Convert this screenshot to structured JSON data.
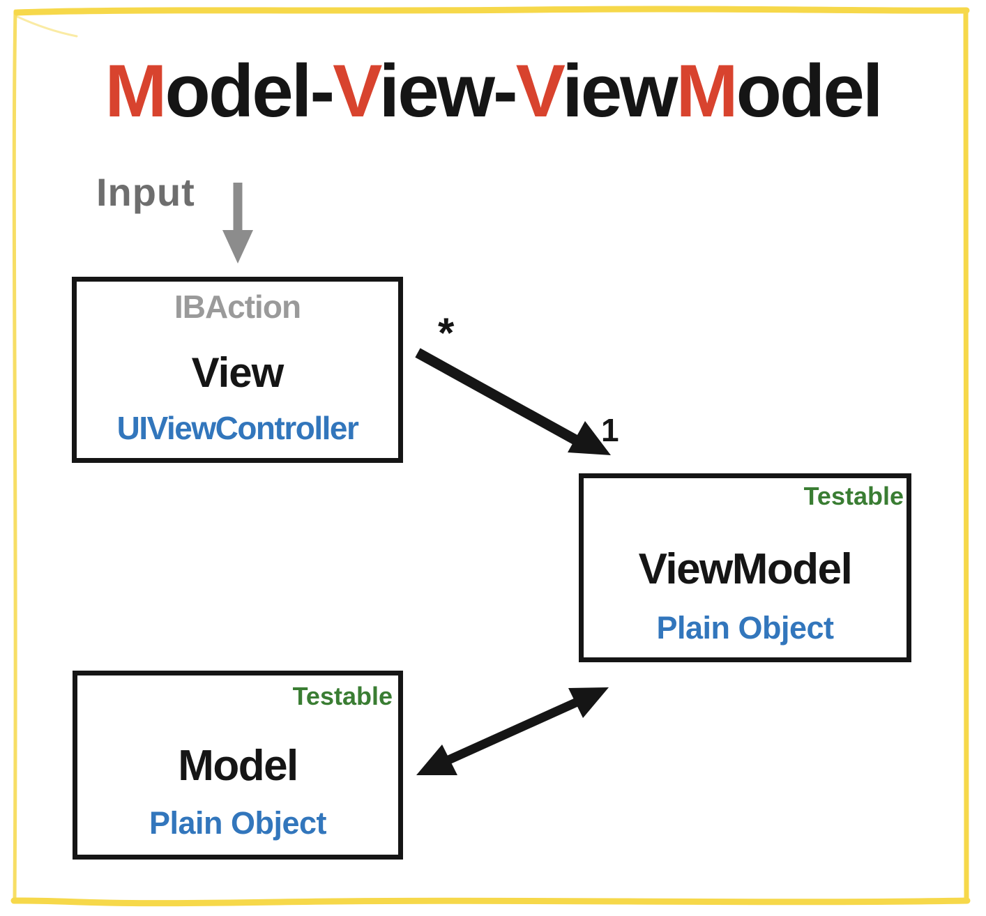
{
  "title": {
    "full_text": "Model-View-ViewModel",
    "parts": [
      {
        "text": "M",
        "color": "#d8432e"
      },
      {
        "text": "odel-",
        "color": "#151515"
      },
      {
        "text": "V",
        "color": "#d8432e"
      },
      {
        "text": "iew-",
        "color": "#151515"
      },
      {
        "text": "V",
        "color": "#d8432e"
      },
      {
        "text": "iew",
        "color": "#151515"
      },
      {
        "text": "M",
        "color": "#d8432e"
      },
      {
        "text": "odel",
        "color": "#151515"
      }
    ]
  },
  "input": {
    "label": "Input"
  },
  "boxes": {
    "view": {
      "top_label": "IBAction",
      "title": "View",
      "bottom_label": "UIViewController"
    },
    "viewmodel": {
      "badge": "Testable",
      "title": "ViewModel",
      "bottom_label": "Plain Object"
    },
    "model": {
      "badge": "Testable",
      "title": "Model",
      "bottom_label": "Plain Object"
    }
  },
  "relations": {
    "view_to_viewmodel": {
      "source_multiplicity": "*",
      "target_multiplicity": "1"
    }
  },
  "colors": {
    "red": "#d8432e",
    "ink": "#151515",
    "blue": "#3276bc",
    "green": "#3a7d33",
    "gray_dark": "#6e6e6e",
    "gray_medium": "#9a9a9a",
    "arrow_gray": "#8c8c8c",
    "frame_yellow": "#f6d84a",
    "box_bg": "#ffffff"
  }
}
